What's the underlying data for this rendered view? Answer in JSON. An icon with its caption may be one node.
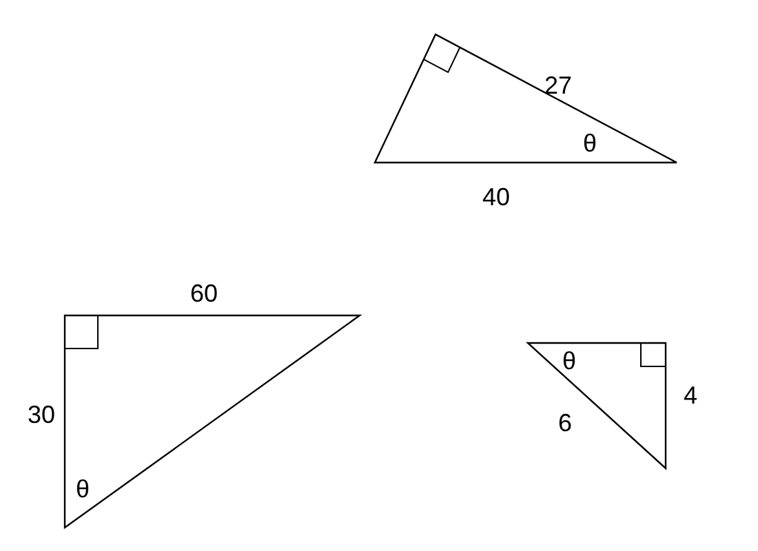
{
  "diagram": {
    "labels": [
      "27",
      "θ",
      "40",
      "60",
      "30",
      "θ",
      "θ",
      "4",
      "6"
    ]
  }
}
